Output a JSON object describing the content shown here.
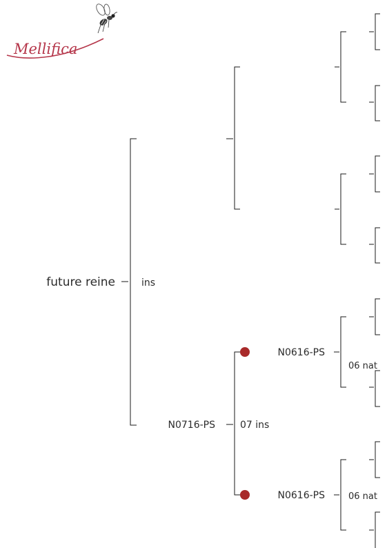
{
  "logo": {
    "text": "Mellifica",
    "icon": "bee-icon",
    "accent": "#b5364a"
  },
  "tree": {
    "root": {
      "label": "future reine",
      "link": "ins"
    },
    "father": {
      "label": "N0716-PS",
      "link": "07 ins"
    },
    "grandparents": [
      {
        "label": "N0616-PS",
        "link": "06 nat",
        "marker": "red-dot"
      },
      {
        "label": "N0616-PS",
        "link": "06 nat",
        "marker": "red-dot"
      }
    ],
    "marker_color": "#a82a2a"
  }
}
